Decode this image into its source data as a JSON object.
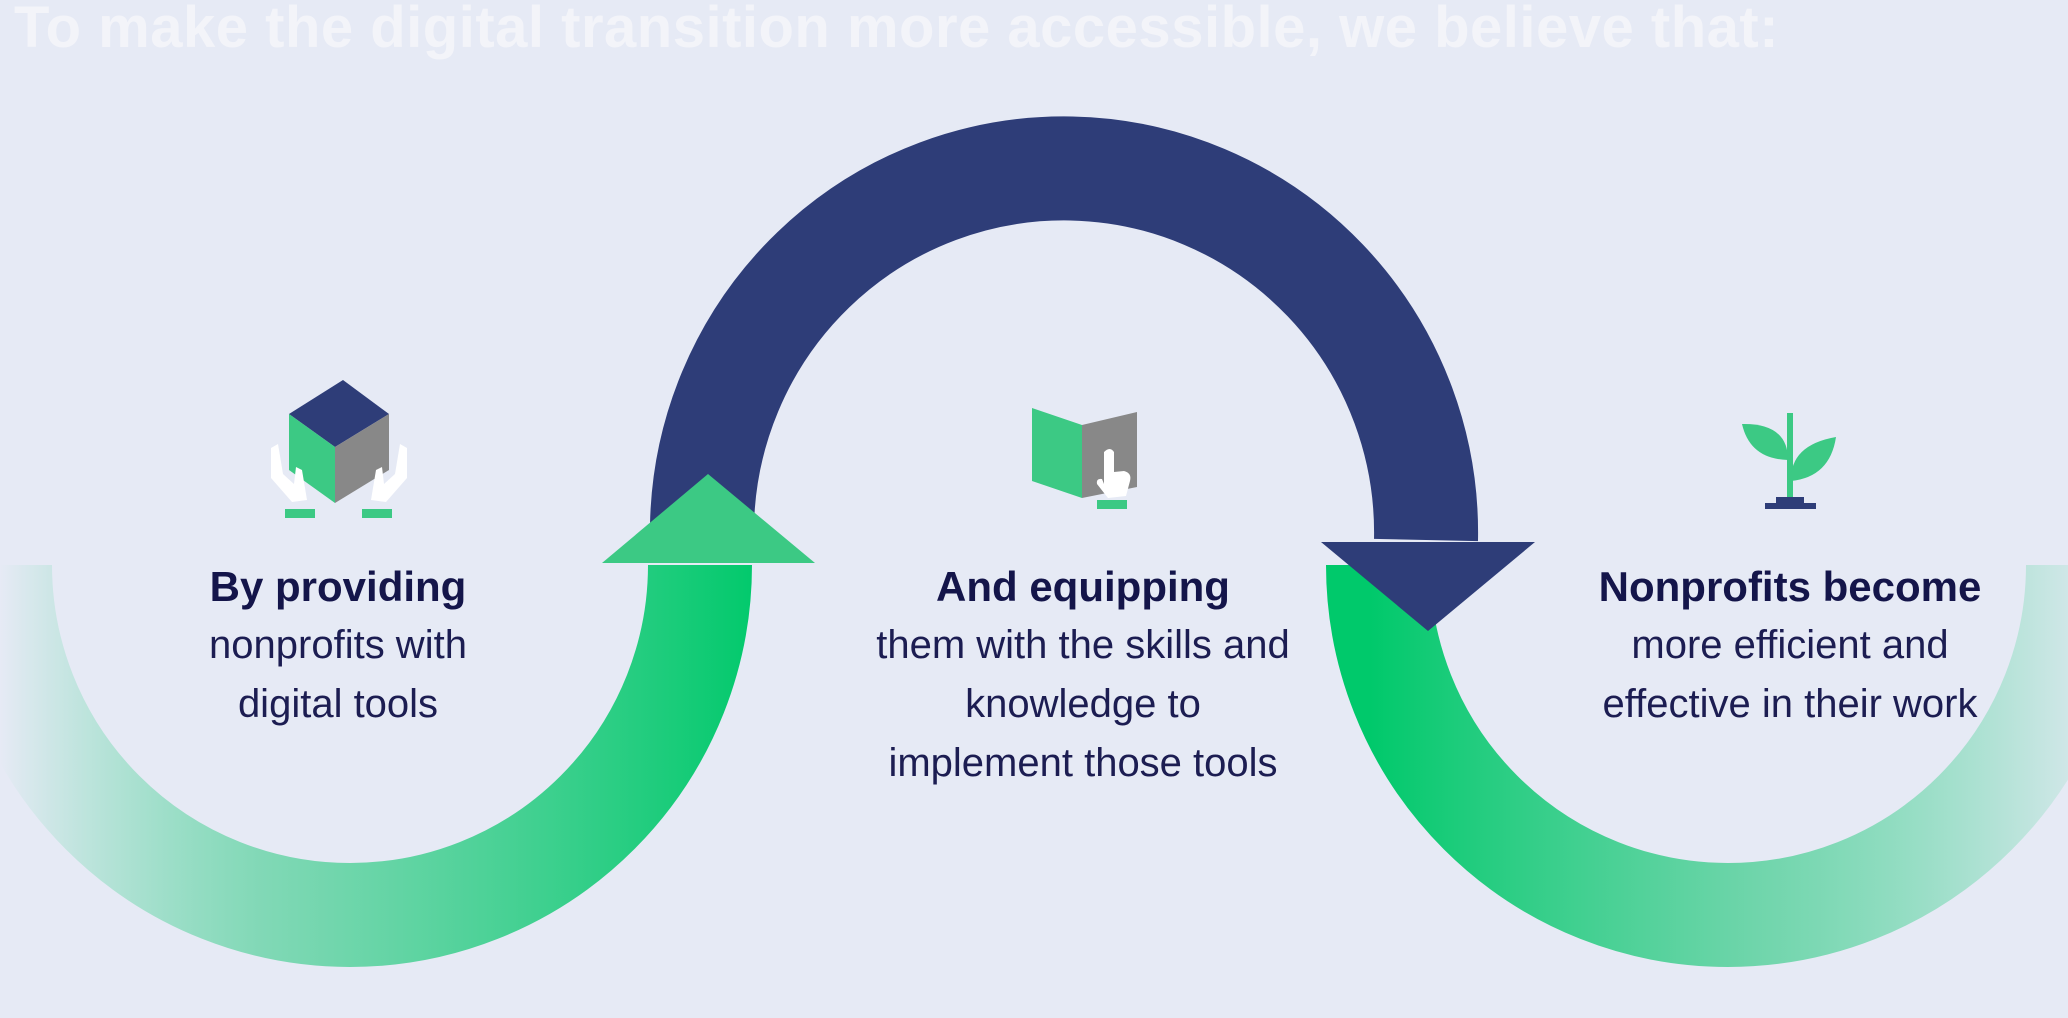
{
  "headline": "To make the digital transition more accessible, we believe that:",
  "colors": {
    "background": "#e6eaf5",
    "navy": "#2e3d78",
    "green": "#00c96b",
    "green_light": "#3cc984",
    "grey": "#888888",
    "text": "#14154a"
  },
  "steps": [
    {
      "bold": "By providing",
      "lines": [
        "nonprofits with",
        "digital tools"
      ],
      "icon": "hands-holding-cube-icon"
    },
    {
      "bold": "And equipping",
      "lines": [
        "them with the skills and",
        "knowledge to",
        "implement those tools"
      ],
      "icon": "book-with-pointer-icon"
    },
    {
      "bold": "Nonprofits become",
      "lines": [
        "more efficient and",
        "effective in their work"
      ],
      "icon": "sprout-icon"
    }
  ]
}
